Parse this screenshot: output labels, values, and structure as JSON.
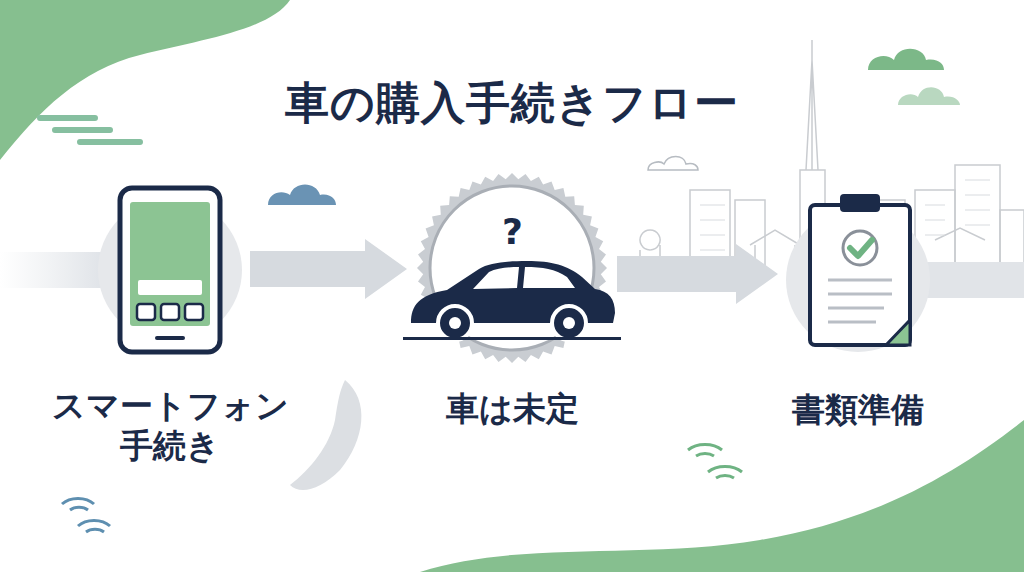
{
  "diagram": {
    "title": "車の購入手続きフロー",
    "nodes": [
      {
        "text": [
          "スマートフォン 手続き"
        ]
      },
      {
        "text": [
          "車は未定"
        ]
      },
      {
        "text": [
          "書類準備"
        ]
      }
    ],
    "edges": [
      {
        "from": 0,
        "to": 1,
        "arrow": "to"
      },
      {
        "from": 1,
        "to": 2,
        "arrow": "to"
      }
    ],
    "labels": [
      "?"
    ]
  }
}
